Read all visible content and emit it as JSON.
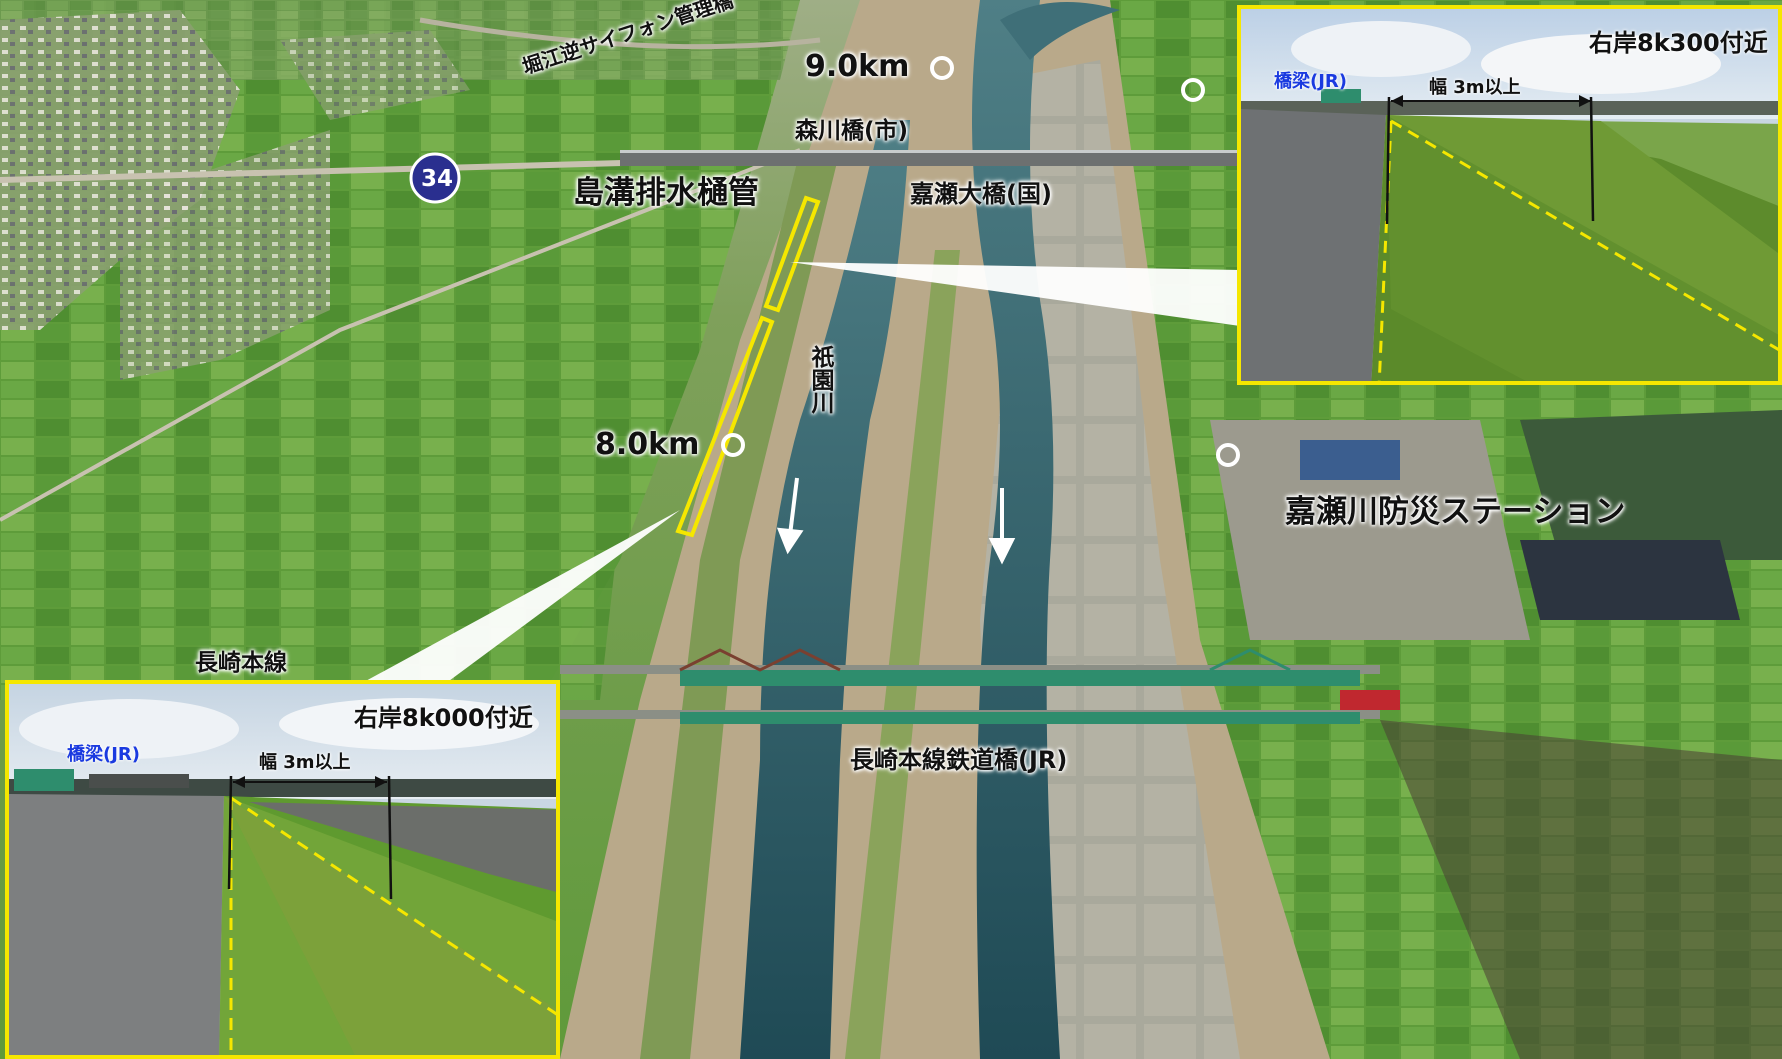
{
  "labels": {
    "distance_9km": "9.0km",
    "distance_8km": "8.0km",
    "siphon_bridge": "堀江逆サイフォン管理橋",
    "morikawa_bridge": "森川橋(市)",
    "route_number": "34",
    "shimamizo_pipe": "島溝排水樋管",
    "kase_ohashi": "嘉瀬大橋(国)",
    "gion_river": "祇園川",
    "disaster_station": "嘉瀬川防災ステーション",
    "nagasaki_line": "長崎本線",
    "railway_bridge": "長崎本線鉄道橋(JR)"
  },
  "insets": {
    "right_8k300": {
      "title": "右岸8k300付近",
      "bridge_label": "橋梁(JR)",
      "width_label": "幅 3m以上"
    },
    "right_8k000": {
      "title": "右岸8k000付近",
      "bridge_label": "橋梁(JR)",
      "width_label": "幅 3m以上"
    }
  },
  "colors": {
    "highlight_yellow": "#f5e700",
    "bridge_blue": "#1a3ae0",
    "route_shield": "#2a2f8f"
  }
}
